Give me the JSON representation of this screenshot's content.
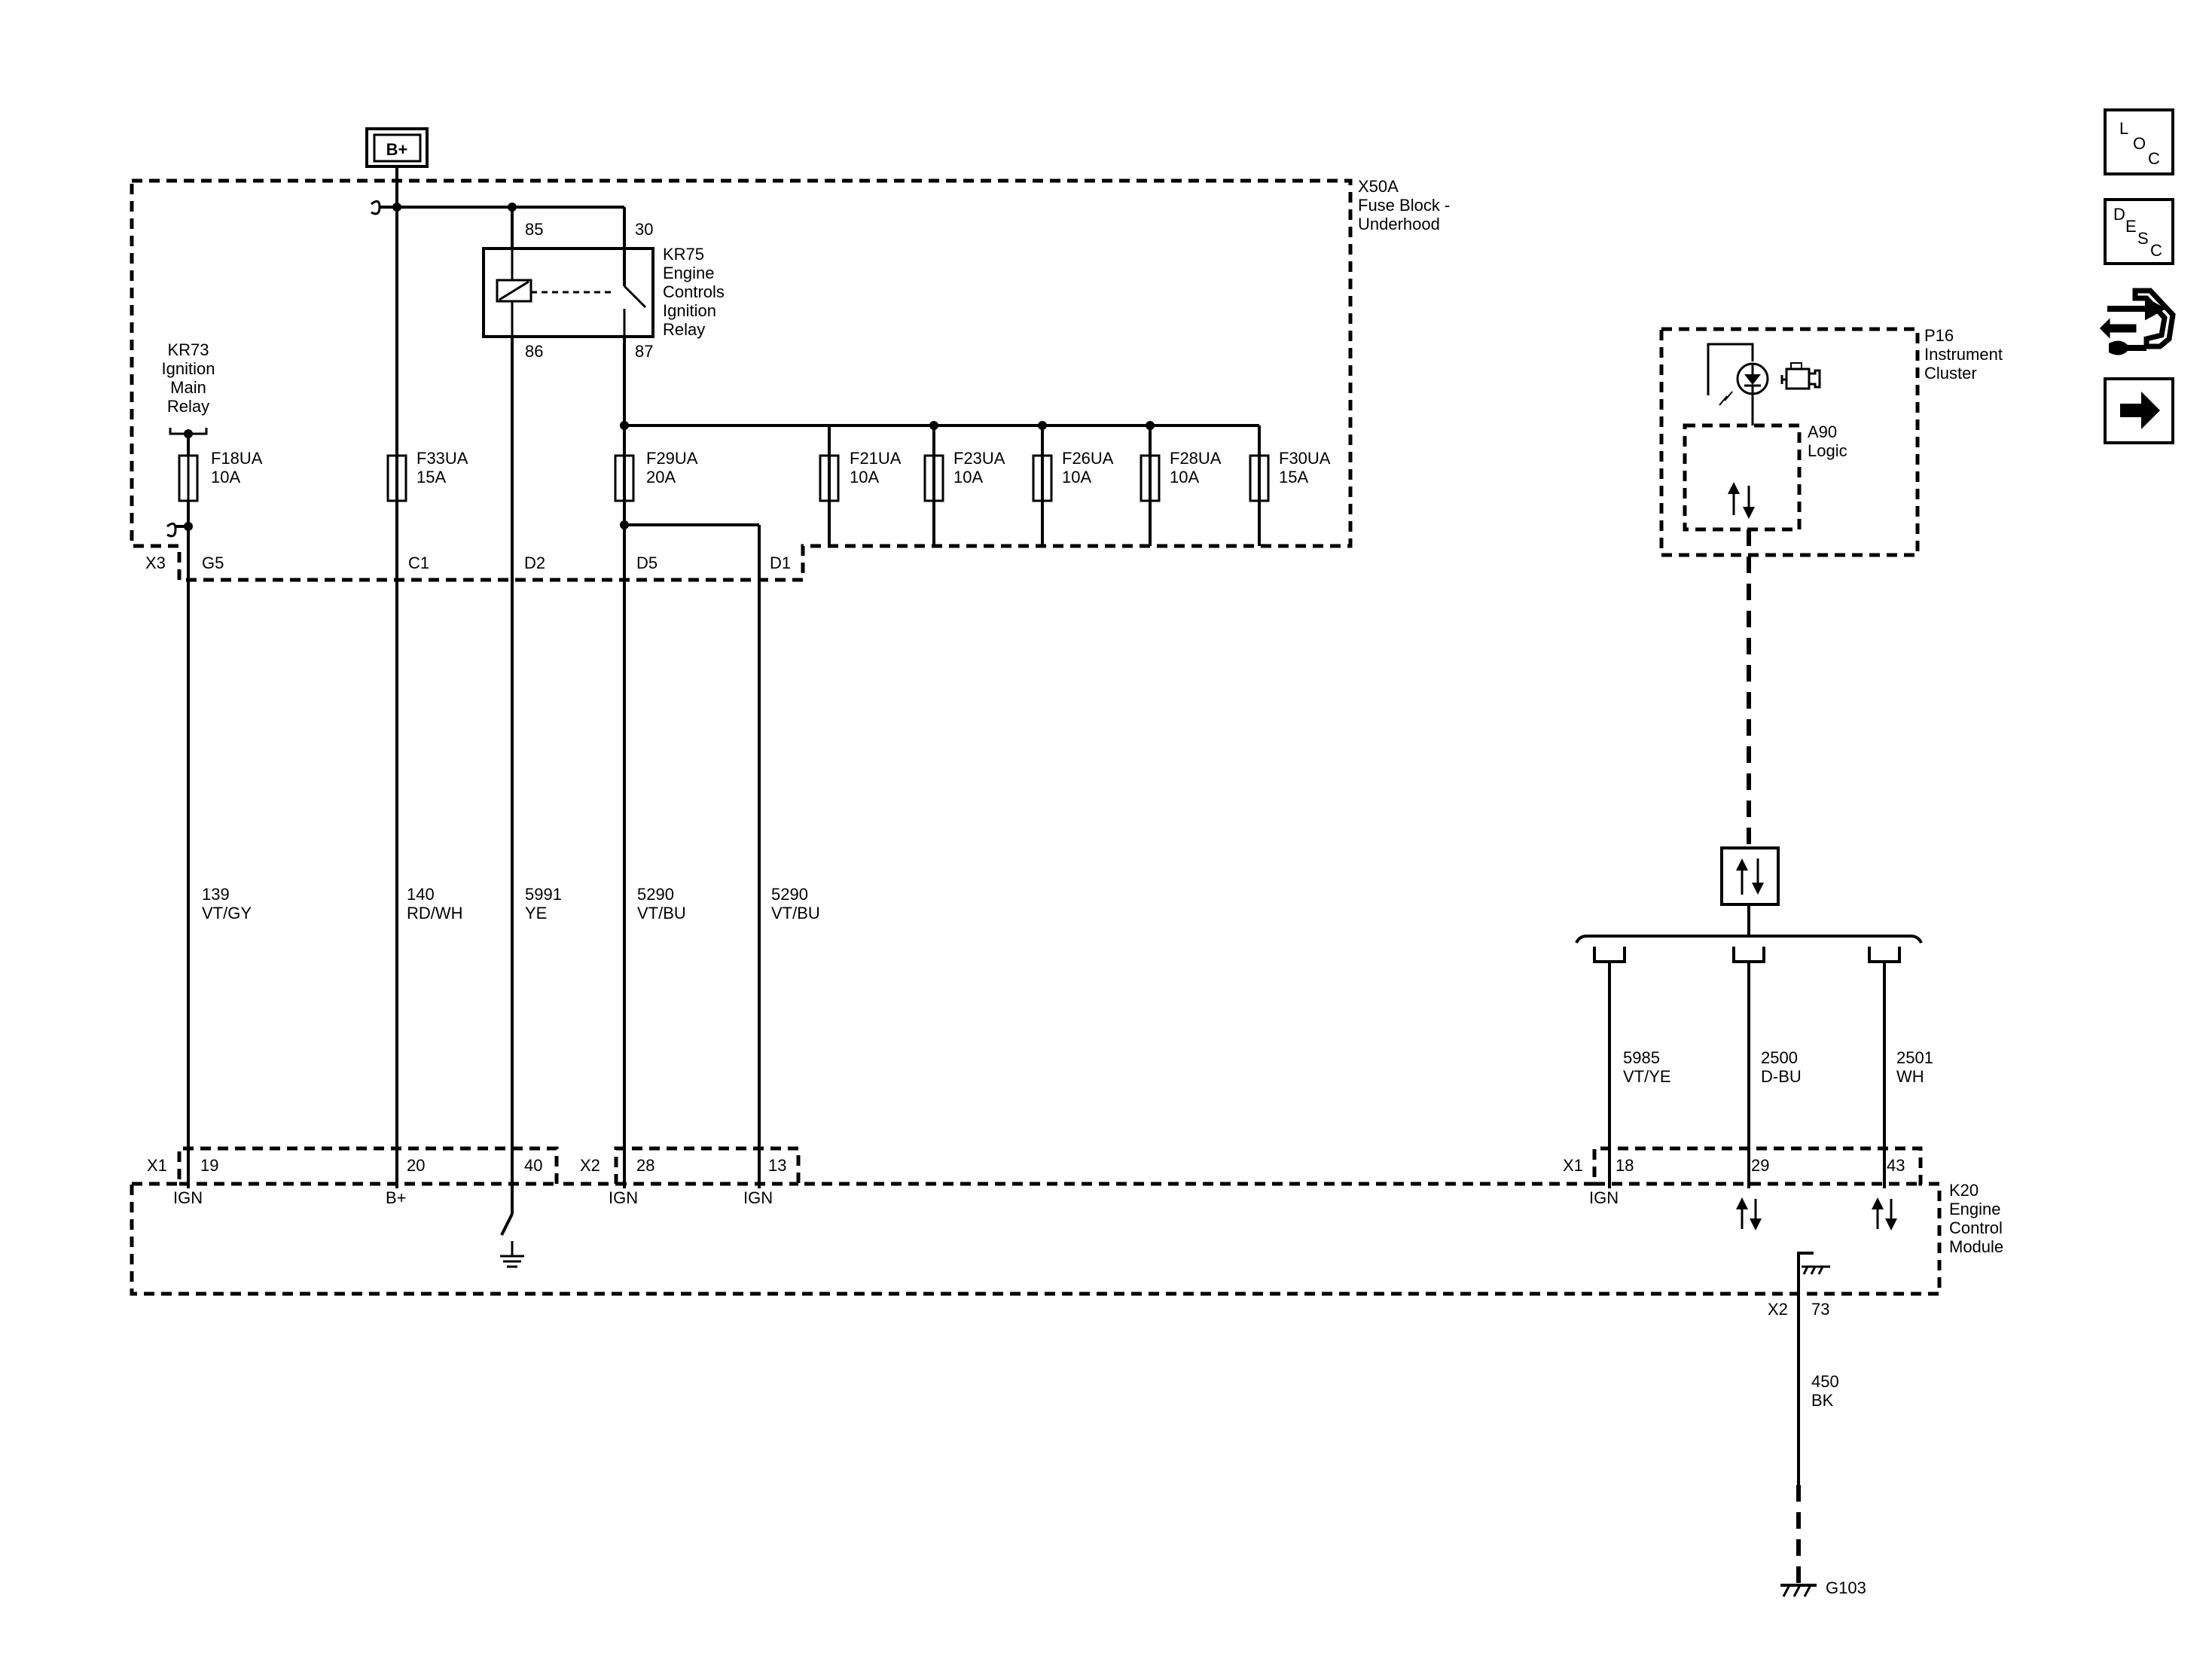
{
  "power_source": "B+",
  "fuse_block": {
    "id": "X50A",
    "name_line1": "Fuse Block -",
    "name_line2": "Underhood"
  },
  "relay_kr75": {
    "id": "KR75",
    "name_lines": [
      "Engine",
      "Controls",
      "Ignition",
      "Relay"
    ],
    "pins": {
      "p85": "85",
      "p30": "30",
      "p86": "86",
      "p87": "87"
    }
  },
  "relay_kr73": {
    "id": "KR73",
    "name_lines": [
      "Ignition",
      "Main",
      "Relay"
    ]
  },
  "fuses": [
    {
      "id": "F18UA",
      "rating": "10A"
    },
    {
      "id": "F33UA",
      "rating": "15A"
    },
    {
      "id": "F29UA",
      "rating": "20A"
    },
    {
      "id": "F21UA",
      "rating": "10A"
    },
    {
      "id": "F23UA",
      "rating": "10A"
    },
    {
      "id": "F26UA",
      "rating": "10A"
    },
    {
      "id": "F28UA",
      "rating": "10A"
    },
    {
      "id": "F30UA",
      "rating": "15A"
    }
  ],
  "connector_x3": {
    "id": "X3",
    "pins": [
      "G5",
      "C1",
      "D2",
      "D5",
      "D1"
    ]
  },
  "wires": [
    {
      "circuit": "139",
      "color": "VT/GY"
    },
    {
      "circuit": "140",
      "color": "RD/WH"
    },
    {
      "circuit": "5991",
      "color": "YE"
    },
    {
      "circuit": "5290",
      "color": "VT/BU"
    },
    {
      "circuit": "5290",
      "color": "VT/BU"
    },
    {
      "circuit": "5985",
      "color": "VT/YE"
    },
    {
      "circuit": "2500",
      "color": "D-BU"
    },
    {
      "circuit": "2501",
      "color": "WH"
    },
    {
      "circuit": "450",
      "color": "BK"
    }
  ],
  "ecm_connectors": {
    "x1_left": {
      "id": "X1",
      "pins": [
        "19",
        "20",
        "40"
      ]
    },
    "x2_left": {
      "id": "X2",
      "pins": [
        "28",
        "13"
      ]
    },
    "x1_right": {
      "id": "X1",
      "pins": [
        "18",
        "29",
        "43"
      ]
    },
    "x2_bottom": {
      "id": "X2",
      "pin": "73"
    }
  },
  "ecm_pin_labels": [
    "IGN",
    "B+",
    "IGN",
    "IGN",
    "IGN"
  ],
  "ecm": {
    "id": "K20",
    "name_lines": [
      "Engine",
      "Control",
      "Module"
    ]
  },
  "instrument_cluster": {
    "id": "P16",
    "name_lines": [
      "Instrument",
      "Cluster"
    ]
  },
  "logic": {
    "id": "A90",
    "name": "Logic"
  },
  "ground": {
    "id": "G103"
  },
  "nav_buttons": [
    {
      "name": "location",
      "letters": [
        "L",
        "O",
        "C"
      ]
    },
    {
      "name": "description",
      "letters": [
        "D",
        "E",
        "S",
        "C"
      ]
    },
    {
      "name": "connector-repair-icon"
    },
    {
      "name": "next-arrow-icon"
    }
  ]
}
